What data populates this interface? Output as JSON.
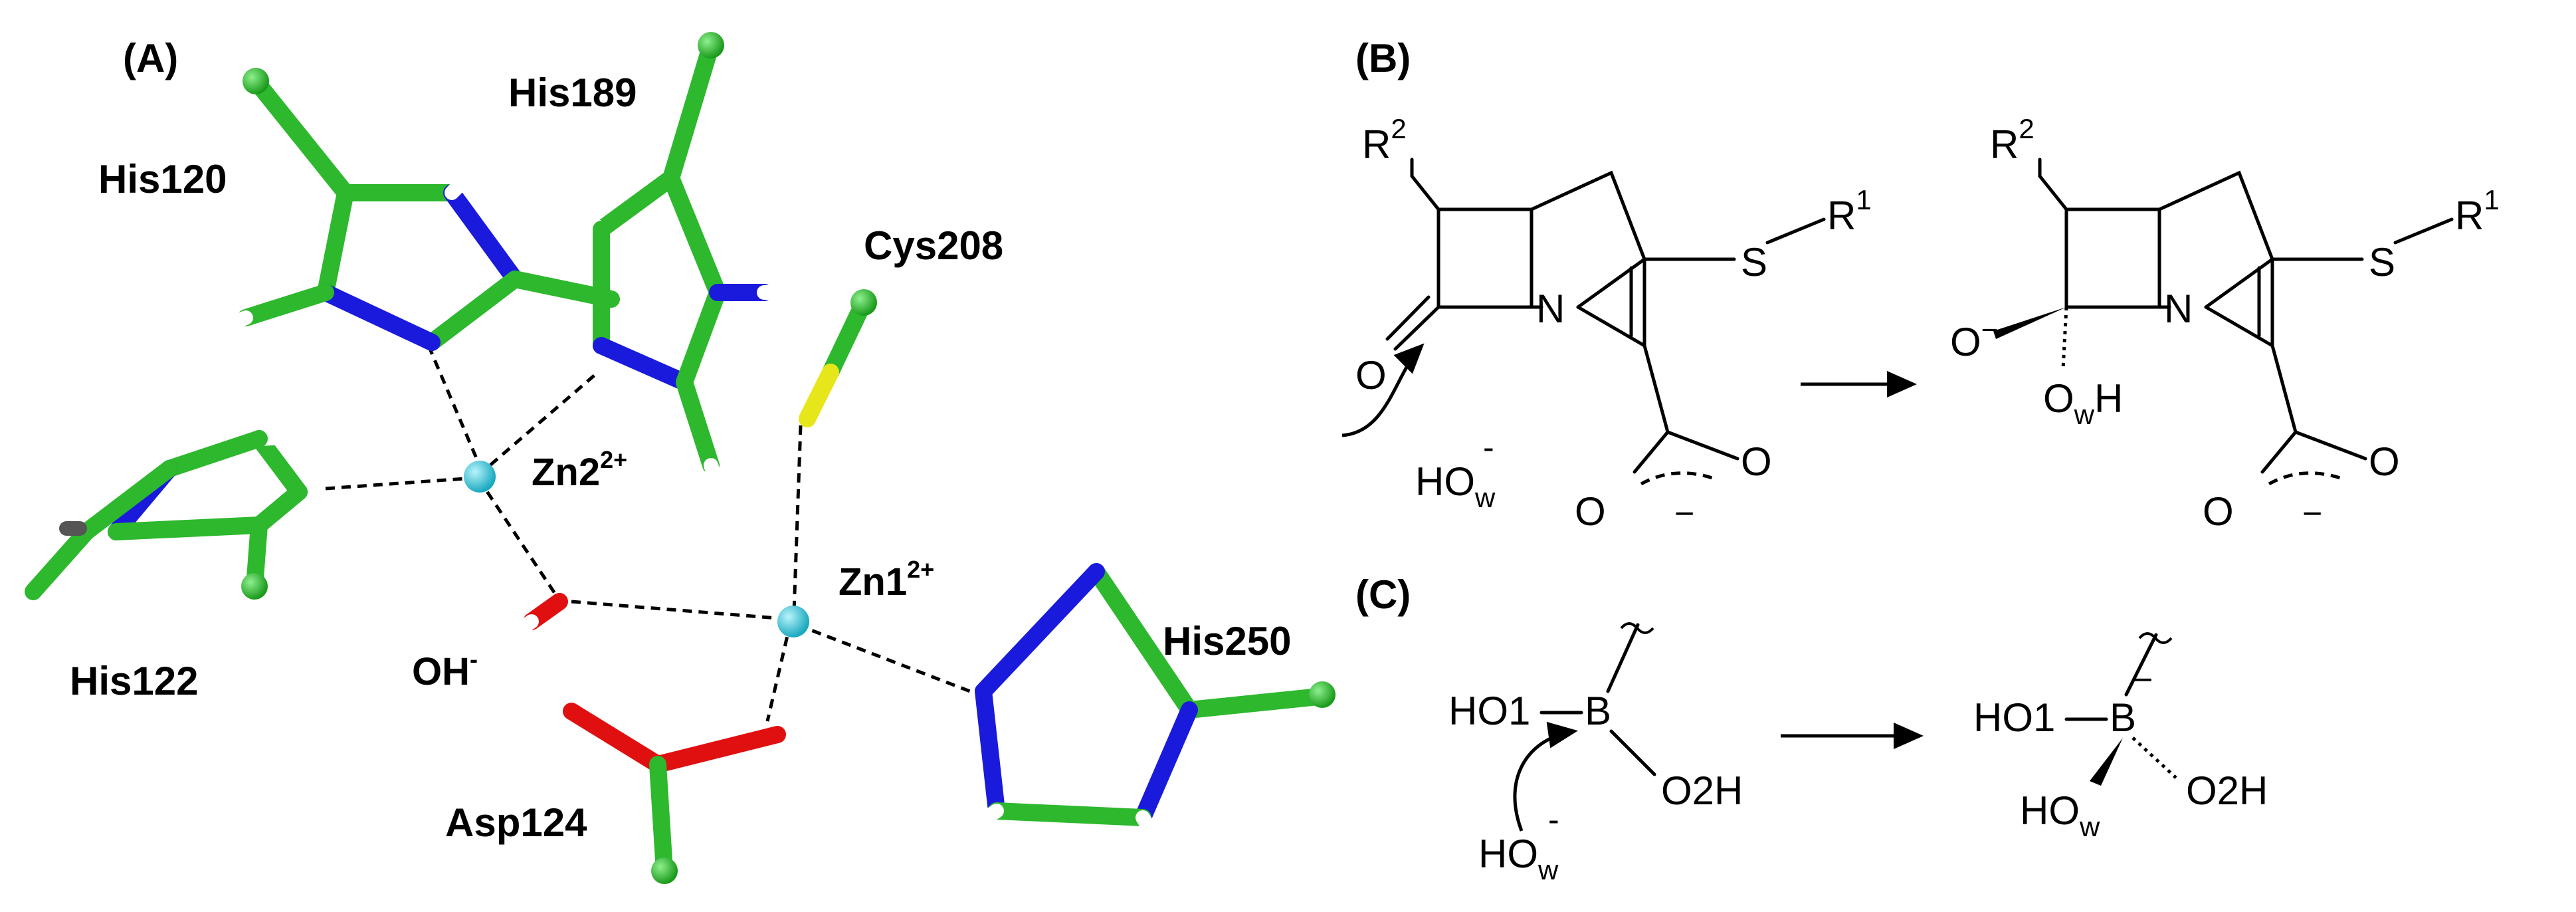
{
  "panels": {
    "A": {
      "label": "(A)",
      "residues": {
        "his120": "His120",
        "his189": "His189",
        "cys208": "Cys208",
        "his122": "His122",
        "his250": "His250",
        "asp124": "Asp124"
      },
      "zn2": {
        "base": "Zn2",
        "sup": "2+"
      },
      "zn1": {
        "base": "Zn1",
        "sup": "2+"
      },
      "oh": {
        "base": "OH",
        "sup": "-"
      }
    },
    "B": {
      "label": "(B)",
      "reactant": {
        "r2": "R",
        "r2_sup": "2",
        "r1": "R",
        "r1_sup": "1",
        "s": "S",
        "n": "N",
        "o_carbonyl": "O",
        "o1": "O",
        "o2": "O",
        "minus": "−",
        "how_ho": "HO",
        "how_w": "w",
        "how_minus": "-"
      },
      "product": {
        "r2": "R",
        "r2_sup": "2",
        "r1": "R",
        "r1_sup": "1",
        "s": "S",
        "n": "N",
        "o_minus": "O",
        "o_minus_sup": "−",
        "owh_o": "O",
        "owh_w": "w",
        "owh_h": "H",
        "o1": "O",
        "o2": "O",
        "minus": "−"
      }
    },
    "C": {
      "label": "(C)",
      "reactant": {
        "ho1": "HO1",
        "b": "B",
        "o2h": "O2H",
        "how_ho": "HO",
        "how_w": "w",
        "how_minus": "-"
      },
      "product": {
        "ho1": "HO1",
        "b": "B",
        "b_minus": "−",
        "o2h": "O2H",
        "how_ho": "HO",
        "how_w": "w"
      }
    }
  },
  "colors": {
    "carbon": "#2db82d",
    "nitrogen": "#1a1adc",
    "oxygen": "#e01010",
    "sulfur": "#e6e61a",
    "hydrogen": "#ffffff",
    "zinc": "#3ad4e6"
  }
}
